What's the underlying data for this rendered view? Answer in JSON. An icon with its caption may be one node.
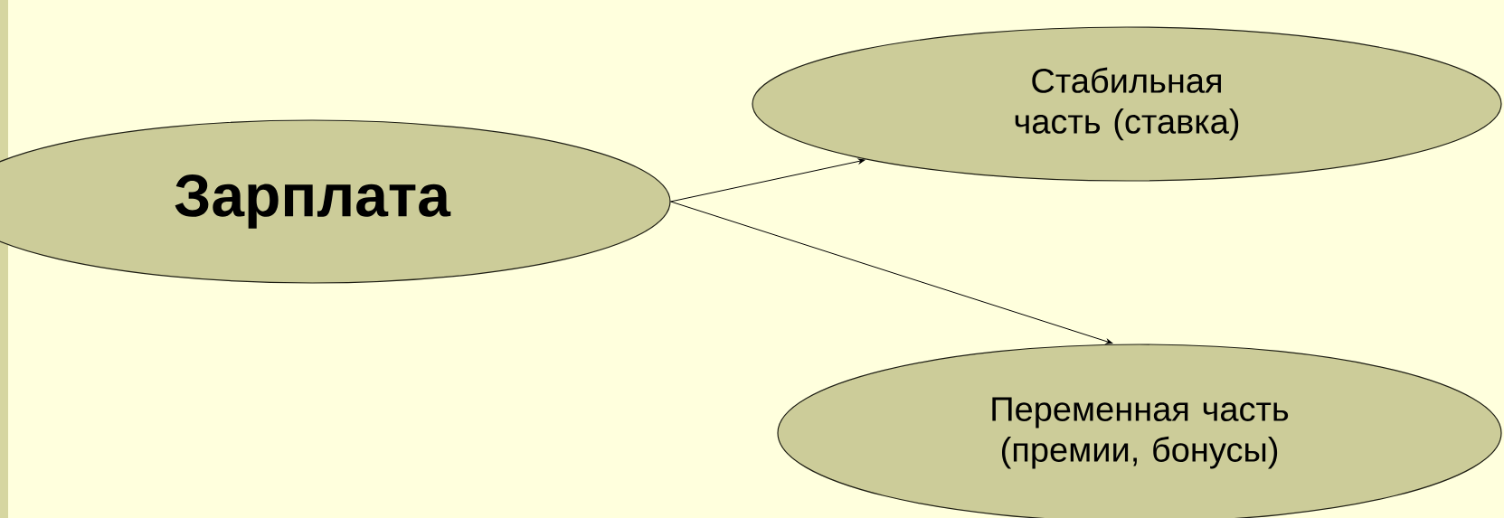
{
  "diagram": {
    "nodes": [
      {
        "text": [
          "Зарплата"
        ]
      },
      {
        "text": [
          "Стабильная часть (ставка)"
        ]
      },
      {
        "text": [
          "Переменная часть (премии, бонусы)"
        ]
      }
    ],
    "edges": [
      {
        "from": 0,
        "to": 1,
        "arrow": "to"
      },
      {
        "from": 0,
        "to": 2,
        "arrow": "to"
      }
    ]
  }
}
